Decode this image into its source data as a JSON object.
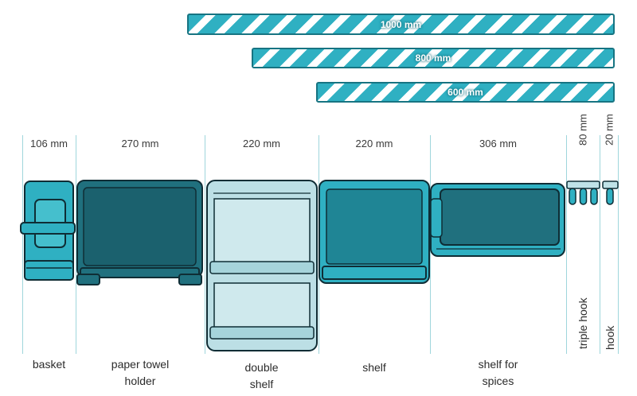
{
  "bars": [
    {
      "label": "1000 mm"
    },
    {
      "label": "800 mm"
    },
    {
      "label": "600 mm"
    }
  ],
  "items": [
    {
      "dim": "106 mm",
      "label_lines": [
        "basket"
      ]
    },
    {
      "dim": "270 mm",
      "label_lines": [
        "paper towel",
        "holder"
      ]
    },
    {
      "dim": "220 mm",
      "label_lines": [
        "double",
        "shelf"
      ]
    },
    {
      "dim": "220 mm",
      "label_lines": [
        "shelf"
      ]
    },
    {
      "dim": "306 mm",
      "label_lines": [
        "shelf for",
        "spices"
      ]
    },
    {
      "dim": "80 mm",
      "label_lines": [
        "triple hook"
      ]
    },
    {
      "dim": "20 mm",
      "label_lines": [
        "hook"
      ]
    }
  ],
  "colors": {
    "teal": "#2fb0c2",
    "dark_teal": "#20707e",
    "darker_teal": "#1b616e",
    "light_teal": "#bcdfe5",
    "pale_teal": "#cfe9ed",
    "outline": "#0f2d35",
    "bar_border": "#177482",
    "guide_line": "#9fd6dc",
    "text": "#3a3a3a"
  }
}
